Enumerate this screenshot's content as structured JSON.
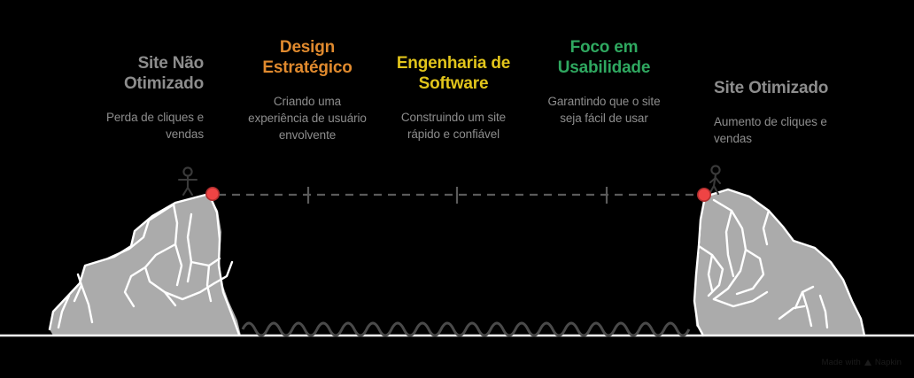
{
  "columns": [
    {
      "id": "site-nao-otimizado",
      "title": "Site Não Otimizado",
      "subtitle": "Perda de cliques e vendas",
      "color": "#8d8d8d",
      "align": "right"
    },
    {
      "id": "design-estrategico",
      "title": "Design Estratégico",
      "subtitle": "Criando uma experiência de usuário envolvente",
      "color": "#e08a2e",
      "align": "center"
    },
    {
      "id": "engenharia-de-software",
      "title": "Engenharia de Software",
      "subtitle": "Construindo um site rápido e confiável",
      "color": "#e2c51b",
      "align": "center"
    },
    {
      "id": "foco-em-usabilidade",
      "title": "Foco em Usabilidade",
      "subtitle": "Garantindo que o site seja fácil de usar",
      "color": "#2fa860",
      "align": "center"
    },
    {
      "id": "site-otimizado",
      "title": "Site Otimizado",
      "subtitle": "Aumento de cliques e vendas",
      "color": "#8d8d8d",
      "align": "left"
    }
  ],
  "illustration": {
    "background": "#000000",
    "mountain_fill": "#ababab",
    "crevasse_stroke": "#ffffff",
    "ground_stroke": "#ffffff",
    "water_stroke": "#4a4a4a",
    "connector_stroke": "#5a5a5a",
    "marker_fill": "#ef4444",
    "marker_stroke": "#b03030",
    "figure_stroke": "#3a3a3a",
    "left_marker_label": "Site Não Otimizado",
    "right_marker_label": "Site Otimizado",
    "tick_count": 3
  },
  "watermark": {
    "text": "Made with",
    "brand": "Napkin",
    "icon": "napkin-logo-icon"
  }
}
